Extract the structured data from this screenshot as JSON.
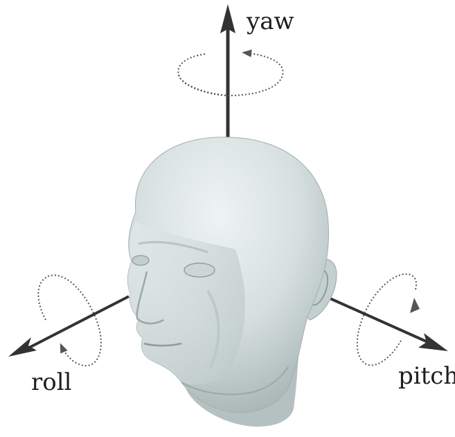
{
  "diagram": {
    "axes": [
      {
        "key": "yaw",
        "label": "yaw"
      },
      {
        "key": "roll",
        "label": "roll"
      },
      {
        "key": "pitch",
        "label": "pitch"
      }
    ]
  },
  "colors": {
    "axis": "#333333",
    "rotation_marker": "#555555",
    "head_light": "#e4ecec",
    "head_mid": "#c9d4d4",
    "head_shadow": "#98a6a6"
  },
  "icons": [
    "head-model",
    "rotation-arrow"
  ]
}
